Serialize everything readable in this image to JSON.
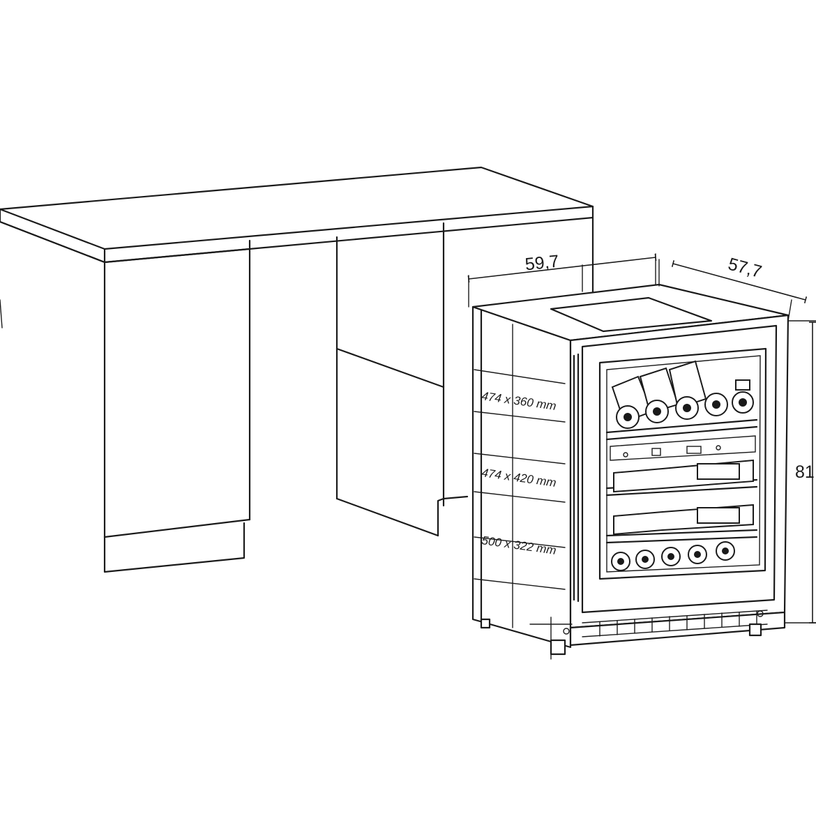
{
  "dimensions": {
    "width": "59,7",
    "depth": "57,7",
    "height": "81,"
  },
  "shelves": [
    {
      "label": "474 x 360 mm"
    },
    {
      "label": "474 x 420 mm"
    },
    {
      "label": "500 x 322 mm"
    }
  ]
}
